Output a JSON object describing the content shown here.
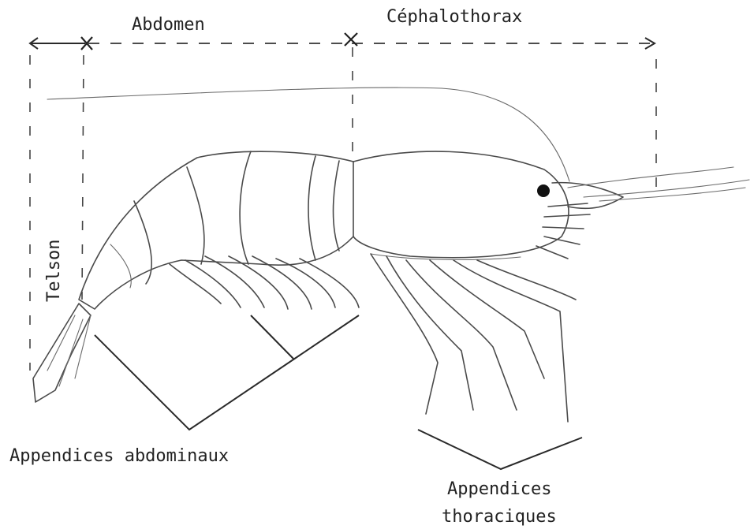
{
  "labels": {
    "abdomen": "Abdomen",
    "cephalothorax": "Céphalothorax",
    "telson": "Telson",
    "abdominal_appendages": "Appendices abdominaux",
    "thoracic_appendages_line1": "Appendices",
    "thoracic_appendages_line2": "thoraciques"
  },
  "colors": {
    "ink": "#333333",
    "background": "#ffffff"
  }
}
